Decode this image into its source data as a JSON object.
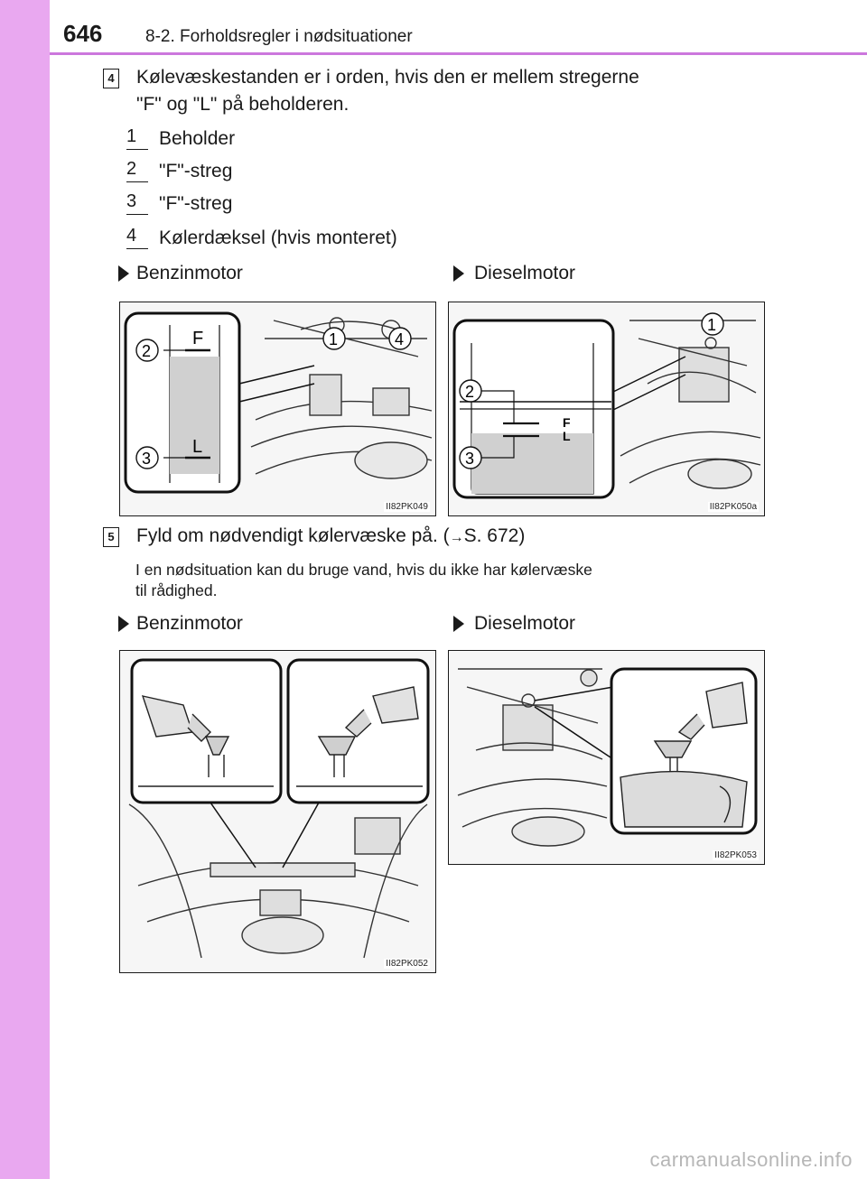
{
  "header": {
    "page_number": "646",
    "section_title": "8-2. Forholdsregler i nødsituationer"
  },
  "step4": {
    "step_label": "4",
    "text_line1": "Kølevæskestanden er i orden, hvis den er mellem stregerne",
    "text_line2": "\"F\" og \"L\" på beholderen.",
    "callouts": [
      {
        "num": "1",
        "label": "Beholder"
      },
      {
        "num": "2",
        "label": "\"F\"-streg"
      },
      {
        "num": "3",
        "label": "\"F\"-streg"
      },
      {
        "num": "4",
        "label": "Kølerdæksel (hvis monteret)"
      }
    ],
    "engines": {
      "petrol": "Benzinmotor",
      "diesel": "Dieselmotor"
    },
    "figures": {
      "petrol": {
        "code": "II82PK049",
        "marker_f": "F",
        "marker_l": "L",
        "n1": "1",
        "n2": "2",
        "n3": "3",
        "n4": "4"
      },
      "diesel": {
        "code": "II82PK050a",
        "marker_f": "F",
        "marker_l": "L",
        "n1": "1",
        "n2": "2",
        "n3": "3"
      }
    }
  },
  "step5": {
    "step_label": "5",
    "text_main": "Fyld om nødvendigt kølervæske på. (",
    "ref_arrow": "→",
    "ref_page": "S. 672)",
    "note_line1": "I en nødsituation kan du bruge vand, hvis du ikke har kølervæske",
    "note_line2": "til rådighed.",
    "engines": {
      "petrol": "Benzinmotor",
      "diesel": "Dieselmotor"
    },
    "figures": {
      "petrol": {
        "code": "II82PK052"
      },
      "diesel": {
        "code": "II82PK053"
      }
    }
  },
  "watermark": "carmanualsonline.info"
}
